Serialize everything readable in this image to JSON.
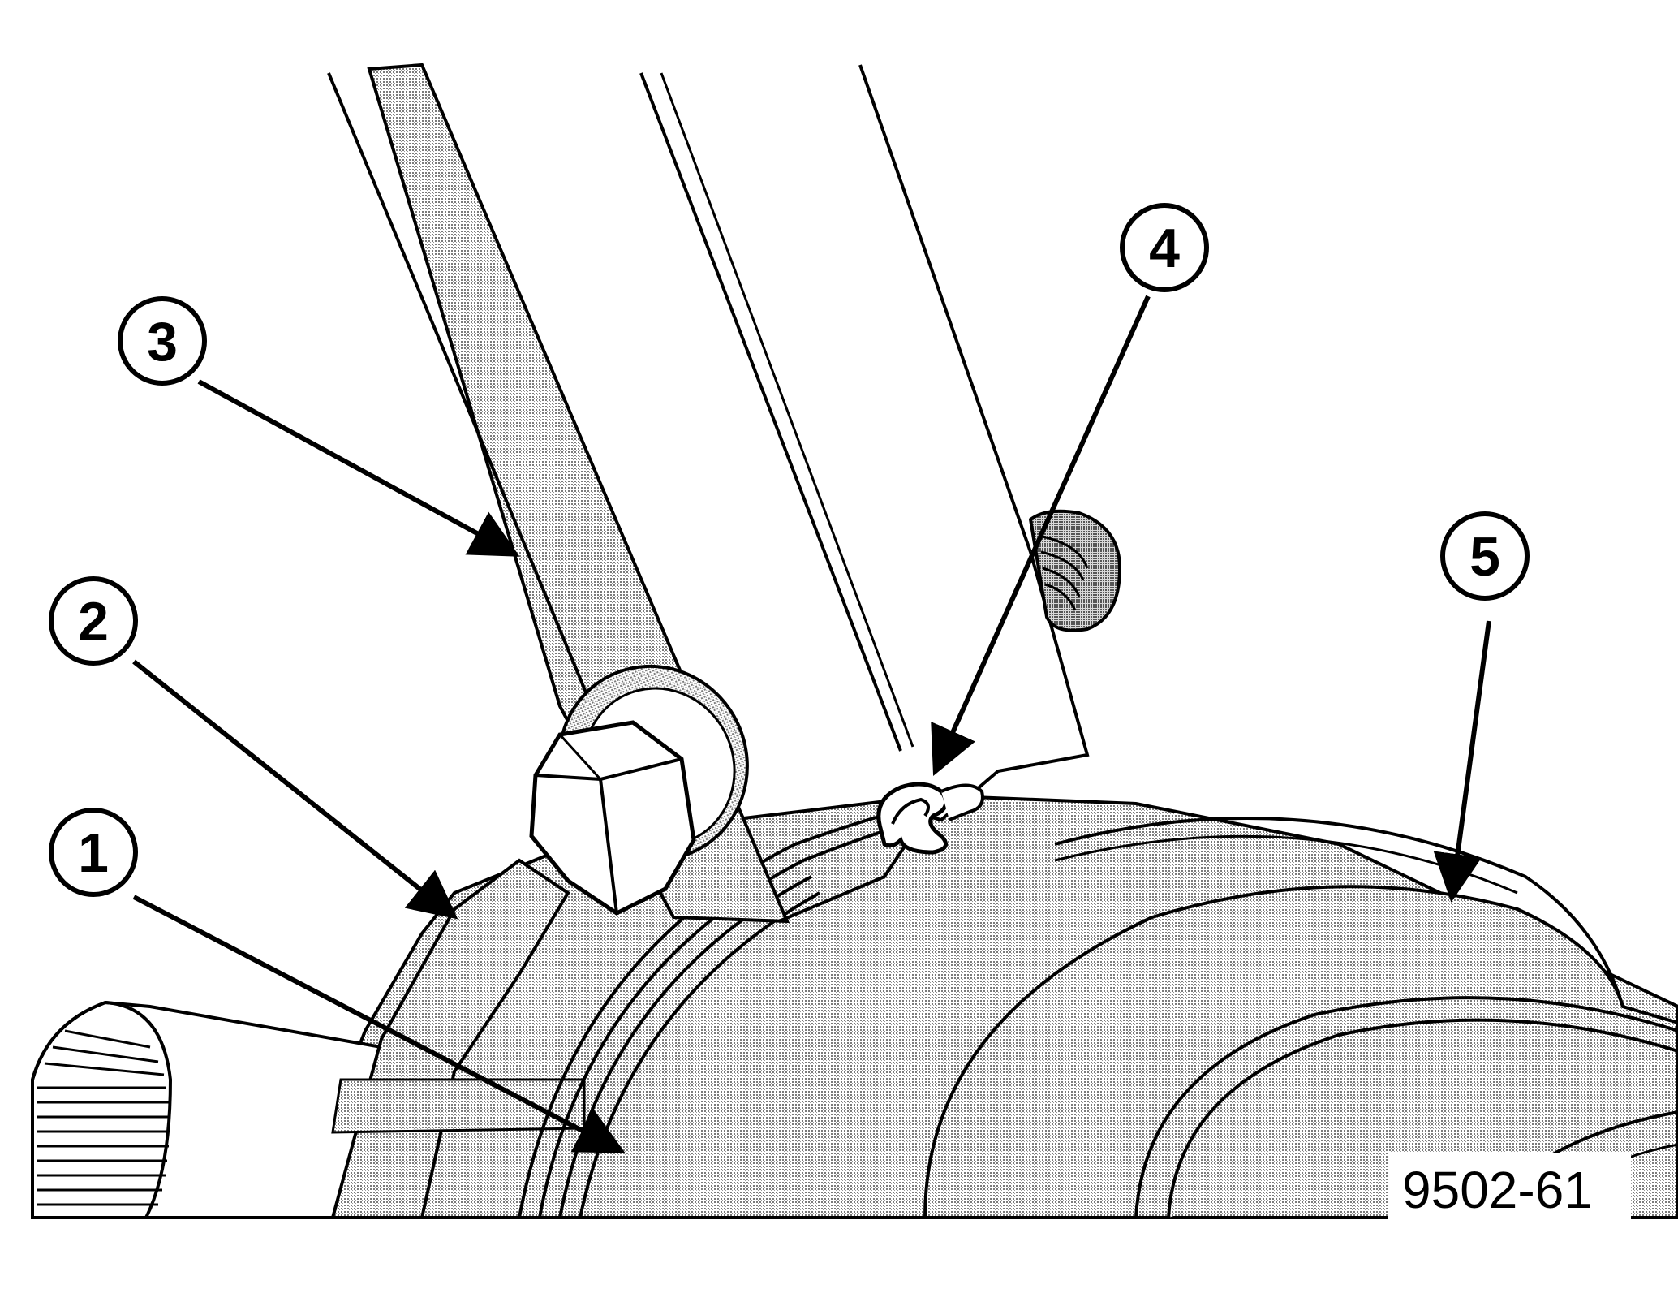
{
  "figure": {
    "id_label": "9502-61",
    "ink_color": "#000000",
    "shade_color": "#b9b9b9",
    "paper_color": "#ffffff"
  },
  "callouts": [
    {
      "number": "1"
    },
    {
      "number": "2"
    },
    {
      "number": "3"
    },
    {
      "number": "4"
    },
    {
      "number": "5"
    }
  ]
}
